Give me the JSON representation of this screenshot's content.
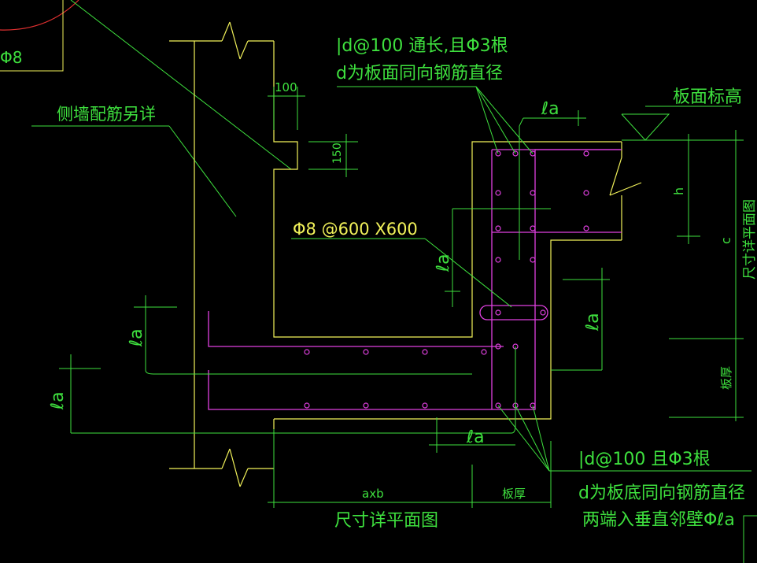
{
  "colors": {
    "background": "#000000",
    "dimension": "#3ee03e",
    "wall_outline": "#f2f25a",
    "rebar": "#e040e0",
    "arc": "#e03030",
    "leader": "#3ee03e"
  },
  "labels": {
    "top_left_rebar": "Φ8",
    "side_wall_note": "侧墙配筋另详",
    "dim_100": "100",
    "dim_150": "150",
    "mesh_rebar": "Φ8 @600 X600",
    "top_rebar_note_1": "|d@100 通长,且Φ3根",
    "top_rebar_note_2": "d为板面同向钢筋直径",
    "slab_top_elevation": "板面标高",
    "anchor_la": "ℓa",
    "dim_h": "h",
    "dim_c": "c",
    "right_vertical_note": "尺寸详平面图",
    "slab_thickness_vertical": "板厚",
    "bottom_rebar_note_1": "|d@100 且Φ3根",
    "bottom_rebar_note_2": "d为板底同向钢筋直径",
    "bottom_rebar_note_3": "两端入垂直邻壁Φℓa",
    "dim_axb": "axb",
    "dim_slab_thickness": "板厚",
    "plan_note": "尺寸详平面图"
  }
}
